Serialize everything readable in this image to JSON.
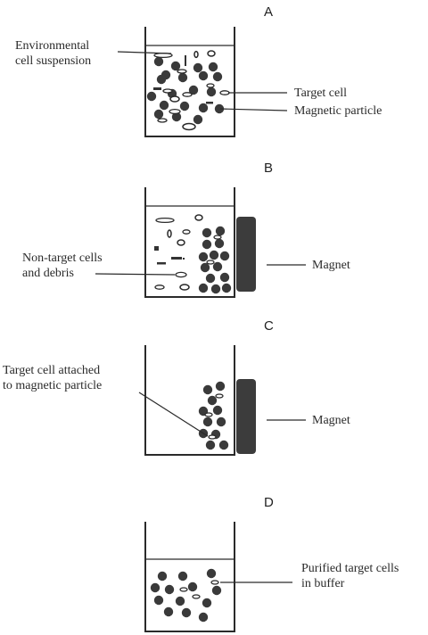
{
  "figure": {
    "panels": [
      {
        "letter": "A",
        "labels": {
          "suspension": [
            "Environmental",
            "cell suspension"
          ],
          "target_cell": "Target cell",
          "magnetic_particle": "Magnetic particle"
        }
      },
      {
        "letter": "B",
        "labels": {
          "nontarget": [
            "Non-target cells",
            "and debris"
          ],
          "magnet": "Magnet"
        }
      },
      {
        "letter": "C",
        "labels": {
          "attached": [
            "Target cell attached",
            "to magnetic particle"
          ],
          "magnet": "Magnet"
        }
      },
      {
        "letter": "D",
        "labels": {
          "purified": [
            "Purified target cells",
            "in buffer"
          ]
        }
      }
    ],
    "colors": {
      "ink": "#2a2a2a",
      "particle": "#3a3a3a",
      "magnet": "#3c3c3c"
    }
  }
}
